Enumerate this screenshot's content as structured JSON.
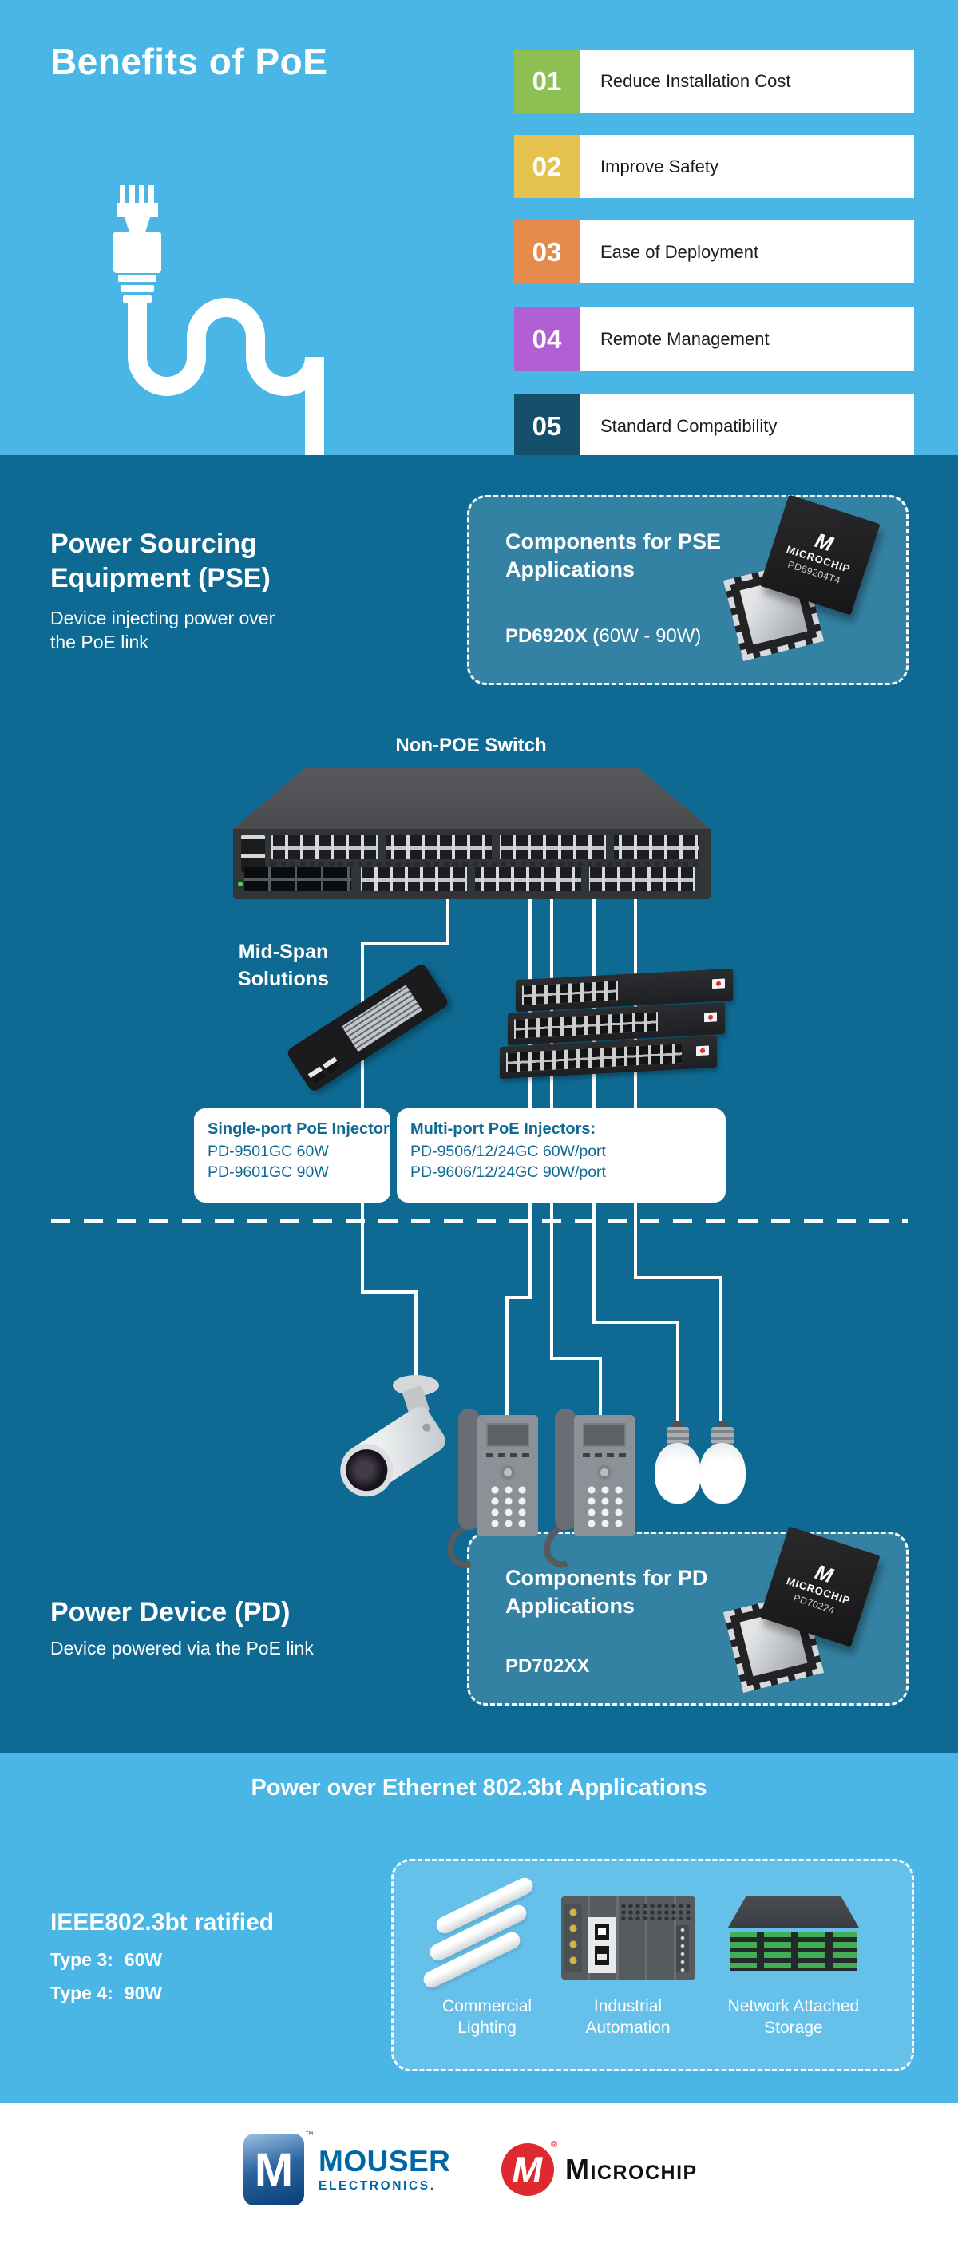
{
  "colors": {
    "light_blue": "#49B6E6",
    "dark_teal": "#0E6A92",
    "panel_tint": "rgba(255,255,255,0.16)",
    "mouser_blue": "#0067A6",
    "microchip_red": "#DE2A2E"
  },
  "top": {
    "title": "Benefits of PoE",
    "benefits": [
      {
        "num": "01",
        "label": "Reduce Installation Cost",
        "color": "#8DC052"
      },
      {
        "num": "02",
        "label": "Improve Safety",
        "color": "#E5C24E"
      },
      {
        "num": "03",
        "label": "Ease of Deployment",
        "color": "#E58C4D"
      },
      {
        "num": "04",
        "label": "Remote Management",
        "color": "#B05FD5"
      },
      {
        "num": "05",
        "label": "Standard Compatibility",
        "color": "#15506B"
      }
    ]
  },
  "pse": {
    "title": "Power Sourcing Equipment (PSE)",
    "subtitle": "Device injecting power over the PoE link",
    "box": {
      "title": "Components for PSE Applications",
      "part_bold": "PD6920X (",
      "part_light": "60W - 90W)",
      "chip_m": "M",
      "chip_brand": "MICROCHIP",
      "chip_part": "PD69204T4"
    }
  },
  "network": {
    "switch_label": "Non-POE Switch",
    "midspan_label": "Mid-Span Solutions",
    "single_port": {
      "title": "Single-port PoE Injector",
      "lines": [
        "PD-9501GC 60W",
        "PD-9601GC 90W"
      ]
    },
    "multi_port": {
      "title": "Multi-port PoE Injectors:",
      "lines": [
        "PD-9506/12/24GC 60W/port",
        "PD-9606/12/24GC 90W/port"
      ]
    }
  },
  "pd": {
    "title": "Power Device (PD)",
    "subtitle": "Device powered via the PoE link",
    "box": {
      "title": "Components for PD Applications",
      "part_bold": "PD702XX",
      "chip_m": "M",
      "chip_brand": "MICROCHIP",
      "chip_part": "PD70224"
    }
  },
  "applications": {
    "heading": "Power over Ethernet 802.3bt Applications",
    "ratified_title": "IEEE802.3bt ratified",
    "types": [
      {
        "label": "Type 3:",
        "value": "60W"
      },
      {
        "label": "Type 4:",
        "value": "90W"
      }
    ],
    "items": [
      {
        "label": "Commercial Lighting"
      },
      {
        "label": "Industrial Automation"
      },
      {
        "label": "Network Attached Storage"
      }
    ]
  },
  "footer": {
    "mouser_m": "M",
    "mouser_tm": "™",
    "mouser_name": "MOUSER",
    "mouser_sub": "ELECTRONICS.",
    "microchip_m": "M",
    "microchip_reg": "®",
    "microchip_name": "Microchip"
  }
}
